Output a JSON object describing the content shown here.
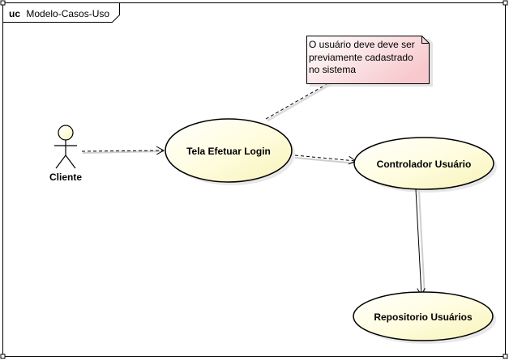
{
  "frame": {
    "keyword": "uc",
    "name": "Modelo-Casos-Uso"
  },
  "actor": {
    "name": "Cliente"
  },
  "use_cases": {
    "login": "Tela Efetuar Login",
    "controller": "Controlador Usuário",
    "repository": "Repositorio Usuários"
  },
  "note": {
    "lines": [
      "O usuário deve deve ser",
      "previamente cadastrado",
      "no sistema"
    ]
  },
  "colors": {
    "use_case_fill": "#fffde0",
    "note_fill_start": "#ffffff",
    "note_fill_end": "#f7c9cd",
    "stroke": "#000000"
  }
}
